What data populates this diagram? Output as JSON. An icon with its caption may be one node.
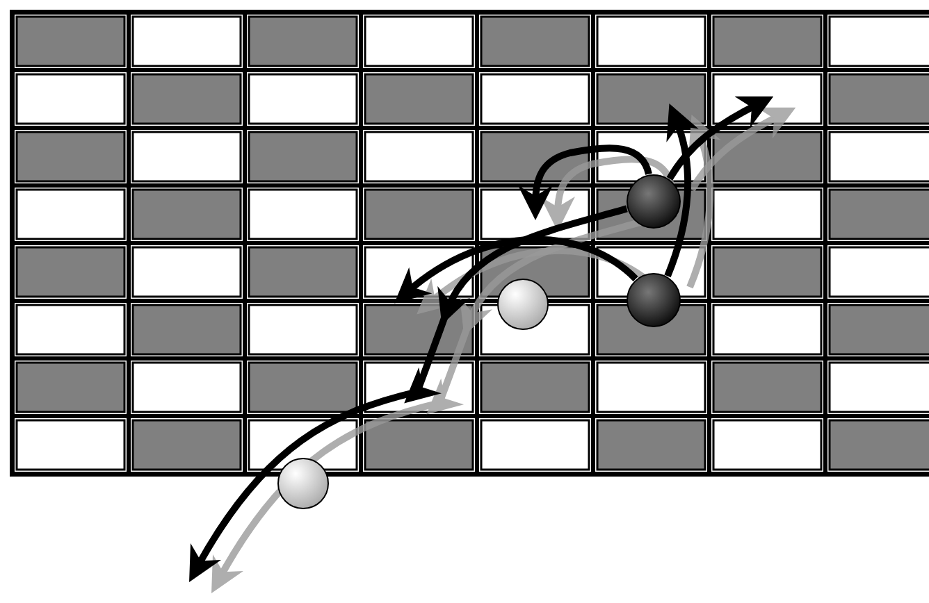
{
  "diagram": {
    "nodes": [
      {
        "text": [],
        "shape": "circle"
      },
      {
        "text": [],
        "shape": "circle"
      },
      {
        "text": [],
        "shape": "circle"
      },
      {
        "text": [],
        "shape": "circle"
      }
    ],
    "edges": [
      {
        "from": 0,
        "to": null,
        "arrow": "to"
      },
      {
        "from": 0,
        "to": null,
        "arrow": "to"
      },
      {
        "from": 1,
        "to": null,
        "arrow": "to"
      },
      {
        "from": 1,
        "to": null,
        "arrow": "to"
      },
      {
        "from": 0,
        "to": null,
        "arrow": "to"
      }
    ]
  }
}
